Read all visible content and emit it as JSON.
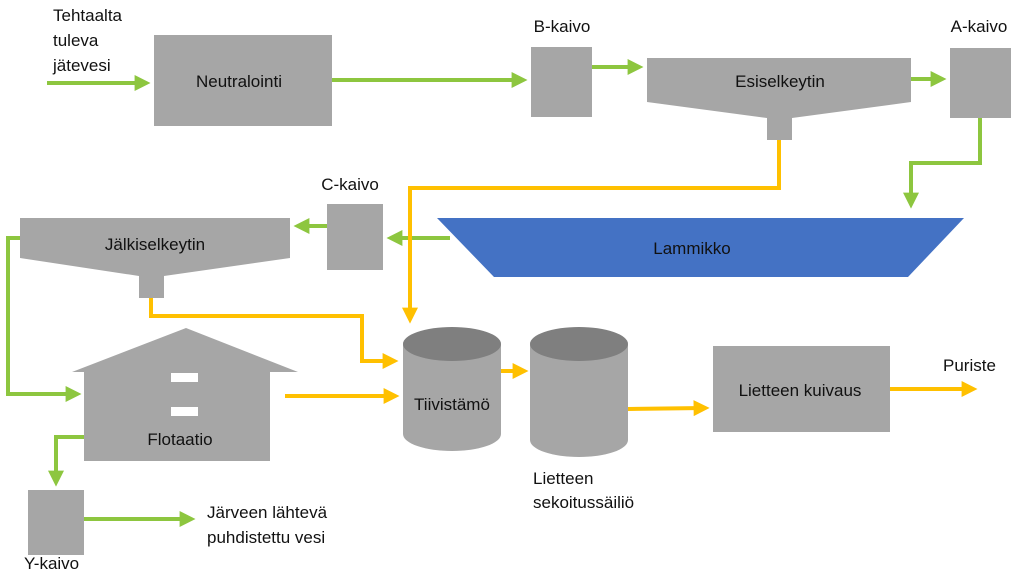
{
  "colors": {
    "unit": "#A6A6A6",
    "unit_dark": "#7F7F7F",
    "water_flow": "#8DC63F",
    "sludge_flow": "#FFC000",
    "pond": "#4472C4",
    "text": "#111111"
  },
  "labels": {
    "inflow": [
      "Tehtaalta",
      "tuleva",
      "jätevesi"
    ],
    "neutralointi": "Neutralointi",
    "b_kaivo": "B-kaivo",
    "esiselkeytin": "Esiselkeytin",
    "a_kaivo": "A-kaivo",
    "c_kaivo": "C-kaivo",
    "jalkiselkeytin": "Jälkiselkeytin",
    "lammikko": "Lammikko",
    "tiivistamo": "Tiivistämö",
    "sekoitussailio": [
      "Lietteen",
      "sekoitussäiliö"
    ],
    "lietteen_kuivaus": "Lietteen kuivaus",
    "puriste": "Puriste",
    "flotaatio": "Flotaatio",
    "y_kaivo": "Y-kaivo",
    "outflow": [
      "Järveen lähtevä",
      "puhdistettu vesi"
    ]
  }
}
